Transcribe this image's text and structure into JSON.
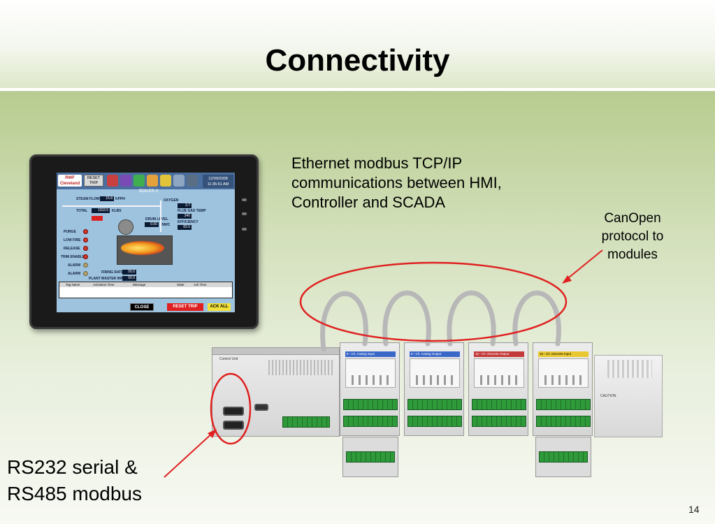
{
  "slide": {
    "title": "Connectivity",
    "page_number": "14"
  },
  "callouts": {
    "ethernet": "Ethernet modbus TCP/IP communications between HMI, Controller and SCADA",
    "canopen": "CanOpen protocol to modules",
    "serial_line1": "RS232 serial &",
    "serial_line2": "RS485 modbus"
  },
  "hmi_screen": {
    "reset_trip_top": "RESET TRIP",
    "boiler_title": "BOILER 3",
    "clock": "12/09/2008 11:35:51 AM",
    "steam_flow_label": "STEAM FLOW",
    "steam_flow_value": "15.8",
    "steam_flow_unit": "KPPH",
    "total_label": "TOTAL",
    "total_value": "1153.5",
    "total_unit": "KLBS",
    "drum_level_label": "DRUM LEVEL",
    "drum_level_value": "0.00",
    "drum_level_unit": "INWC",
    "oxygen_label": "OXYGEN",
    "oxygen_value": "3.7",
    "flue_gas_label": "FLUE GAS TEMP",
    "flue_gas_value": "340",
    "efficiency_label": "EFFICIENCY",
    "efficiency_value": "83.5",
    "firing_rate_label": "FIRING RATE",
    "firing_rate_value": "50.0",
    "plant_master_label": "PLANT MASTER INPUT",
    "plant_master_value": "50.0",
    "status_lamps": [
      "PURGE",
      "LOW FIRE",
      "RELEASE",
      "TRIM ENABLE",
      "ALARM",
      "ALARM"
    ],
    "alarm_table_headers": [
      "Tag Name",
      "Activation Time",
      "Message",
      "State",
      "Ack Time"
    ],
    "buttons": {
      "close": "CLOSE",
      "reset_trip": "RESET TRIP",
      "ack_all": "ACK ALL"
    }
  },
  "controller": {
    "label": "Control Unit"
  },
  "io_modules": [
    {
      "label": "8 - Ch. Analog Input",
      "color": "#3a68c8"
    },
    {
      "label": "8 - Ch. Analog Output",
      "color": "#3a68c8"
    },
    {
      "label": "16 - Ch. Discrete Output",
      "color": "#c43a3a"
    },
    {
      "label": "16 - Ch. Discrete Input",
      "color": "#e8c830"
    }
  ],
  "psu": {
    "caution": "CAUTION"
  },
  "colors": {
    "annotation_red": "#e02020",
    "background_green": "#bccf96"
  }
}
